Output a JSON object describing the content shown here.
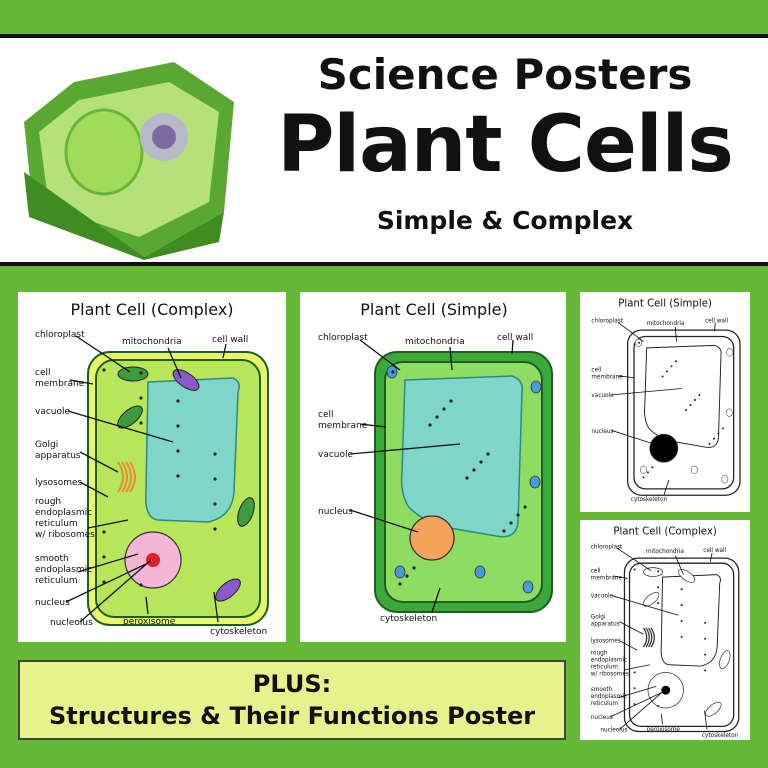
{
  "header": {
    "line1": "Science Posters",
    "line2": "Plant Cells",
    "line3": "Simple & Complex"
  },
  "posters": {
    "complex": {
      "title": "Plant Cell (Complex)",
      "labels": [
        "chloroplast",
        "mitochondria",
        "cell wall",
        "cell\nmembrane",
        "vacuole",
        "Golgi\napparatus",
        "lysosomes",
        "rough\nendoplasmic\nreticulum\nw/ ribosomes",
        "smooth\nendoplasmic\nreticulum",
        "nucleus",
        "nucleolus",
        "peroxisome",
        "cytoskeleton"
      ]
    },
    "simple": {
      "title": "Plant Cell (Simple)",
      "labels": [
        "chloroplast",
        "mitochondria",
        "cell wall",
        "cell\nmembrane",
        "vacuole",
        "nucleus",
        "cytoskeleton"
      ]
    }
  },
  "plus": {
    "line1": "PLUS:",
    "line2": "Structures & Their Functions Poster"
  },
  "colors": {
    "frame": "#64b936",
    "plus_box": "#e6f28c",
    "cell_wall": "#3aa83a",
    "cytoplasm": "#8fdc62",
    "vacuole": "#7fd6c8",
    "nucleus": "#f4a35a"
  }
}
